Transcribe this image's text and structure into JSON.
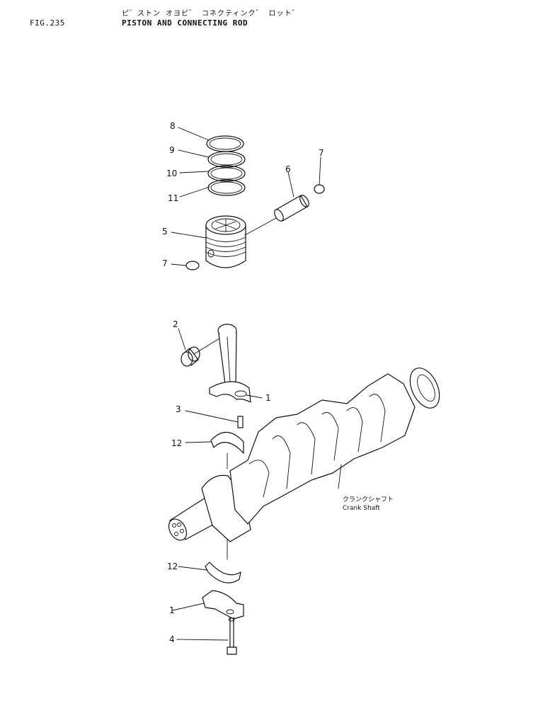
{
  "header": {
    "fig_number": "FIG.235",
    "title_jp": "ピ゛ストン オヨビ゛ コネクティンク゛ ロット゛",
    "title_en": "PISTON AND CONNECTING ROD"
  },
  "callouts": {
    "c8": "8",
    "c9": "9",
    "c10": "10",
    "c11": "11",
    "c6": "6",
    "c7a": "7",
    "c5": "5",
    "c7b": "7",
    "c2": "2",
    "c1a": "1",
    "c3": "3",
    "c12a": "12",
    "c12b": "12",
    "c1b": "1",
    "c4": "4"
  },
  "crankshaft": {
    "label_jp": "クランクシャフト",
    "label_en": "Crank Shaft"
  }
}
